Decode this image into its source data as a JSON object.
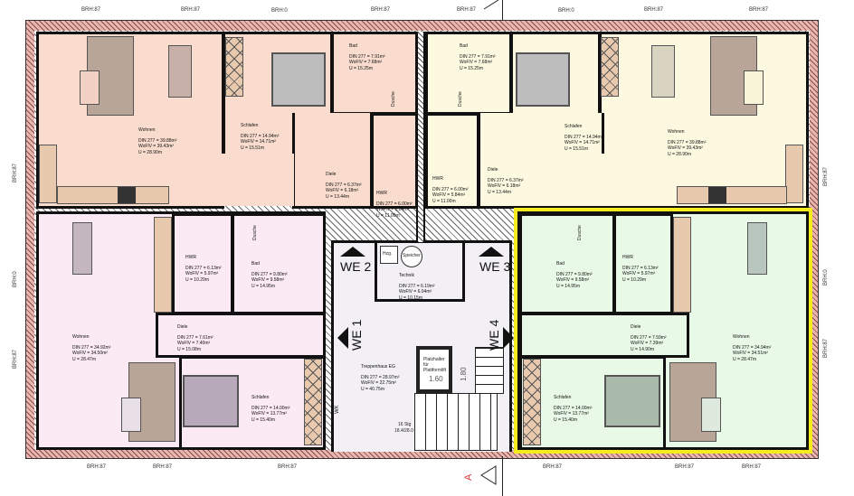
{
  "units": {
    "we1": "WE 1",
    "we2": "WE 2",
    "we3": "WE 3",
    "we4": "WE 4"
  },
  "rooms": [
    {
      "name": "Wohnen",
      "din": "DIN 277 = 39.88m²",
      "wofl": "WoFlV = 39.43m²",
      "u": "U = 28.90m"
    },
    {
      "name": "Schlafen",
      "din": "DIN 277 = 14.94m²",
      "wofl": "WoFlV = 14.71m²",
      "u": "U = 15.51m"
    },
    {
      "name": "Bad",
      "din": "DIN 277 = 7.91m²",
      "wofl": "WoFlV = 7.68m²",
      "u": "U = 15.25m"
    },
    {
      "name": "Diele",
      "din": "DIN 277 = 6.37m²",
      "wofl": "WoFlV = 6.18m²",
      "u": "U = 13.44m"
    },
    {
      "name": "HWR",
      "din": "DIN 277 = 6.00m²",
      "wofl": "WoFlV = 5.84m²",
      "u": "U = 11.00m"
    },
    {
      "name": "Bad",
      "din": "DIN 277 = 7.91m²",
      "wofl": "WoFlV = 7.68m²",
      "u": "U = 15.25m"
    },
    {
      "name": "Schlafen",
      "din": "DIN 277 = 14.94m²",
      "wofl": "WoFlV = 14.71m²",
      "u": "U = 15.51m"
    },
    {
      "name": "Wohnen",
      "din": "DIN 277 = 39.88m²",
      "wofl": "WoFlV = 39.43m²",
      "u": "U = 28.90m"
    },
    {
      "name": "Diele",
      "din": "DIN 277 = 6.37m²",
      "wofl": "WoFlV = 6.18m²",
      "u": "U = 13.44m"
    },
    {
      "name": "HWR",
      "din": "DIN 277 = 6.00m²",
      "wofl": "WoFlV = 5.84m²",
      "u": "U = 11.00m"
    },
    {
      "name": "Wohnen",
      "din": "DIN 277 = 34.92m²",
      "wofl": "WoFlV = 34.50m²",
      "u": "U = 28.47m"
    },
    {
      "name": "HWR",
      "din": "DIN 277 = 6.13m²",
      "wofl": "WoFlV = 5.97m²",
      "u": "U = 10.29m"
    },
    {
      "name": "Bad",
      "din": "DIN 277 = 9.80m²",
      "wofl": "WoFlV = 9.58m²",
      "u": "U = 14.95m"
    },
    {
      "name": "Diele",
      "din": "DIN 277 = 7.61m²",
      "wofl": "WoFlV = 7.40m²",
      "u": "U = 15.08m"
    },
    {
      "name": "Schlafen",
      "din": "DIN 277 = 14.00m²",
      "wofl": "WoFlV = 13.77m²",
      "u": "U = 15.40m"
    },
    {
      "name": "Bad",
      "din": "DIN 277 = 9.80m²",
      "wofl": "WoFlV = 9.58m²",
      "u": "U = 14.95m"
    },
    {
      "name": "HWR",
      "din": "DIN 277 = 6.13m²",
      "wofl": "WoFlV = 5.97m²",
      "u": "U = 10.29m"
    },
    {
      "name": "Diele",
      "din": "DIN 277 = 7.59m²",
      "wofl": "WoFlV = 7.39m²",
      "u": "U = 14.90m"
    },
    {
      "name": "Wohnen",
      "din": "DIN 277 = 34.94m²",
      "wofl": "WoFlV = 34.51m²",
      "u": "U = 28.47m"
    },
    {
      "name": "Schlafen",
      "din": "DIN 277 = 14.00m²",
      "wofl": "WoFlV = 13.77m²",
      "u": "U = 15.40m"
    },
    {
      "name": "Technik",
      "din": "DIN 277 = 6.19m²",
      "wofl": "WoFlV = 6.04m²",
      "u": "U = 10.15m"
    },
    {
      "name": "Treppenhaus EG",
      "din": "DIN 277 = 28.97m²",
      "wofl": "WoFlV = 22.75m²",
      "u": "U = 40.75m"
    }
  ],
  "brh_top": [
    "BRH:87",
    "BRH:87",
    "BRH:0",
    "BRH:87",
    "BRH:87",
    "BRH:0",
    "BRH:87",
    "BRH:87"
  ],
  "brh_bottom": [
    "BRH:87",
    "BRH:87",
    "BRH:87",
    "BRH:87",
    "BRH:87",
    "BRH:87"
  ],
  "brh_left": [
    "BRH:87",
    "BRH:0",
    "BRH:87"
  ],
  "brh_right": [
    "BRH:87",
    "BRH:0",
    "BRH:87"
  ],
  "misc": {
    "dusche": "Dusche",
    "heating": "Hzg.",
    "storage": "Speicher",
    "lift_placeholder": "Platzhalter für Plattformlift",
    "lift_width": "1.60",
    "lift_depth": "1.80",
    "stairs_count": "16 Stg",
    "stairs_ratio": "18.4/28.0",
    "wk": "WK",
    "section": "A"
  },
  "colors": {
    "unit_top_left": "#f9dccd",
    "unit_top_right": "#fdf9e0",
    "unit_bottom_left": "#fbe9f3",
    "unit_bottom_right": "#e9f9e7",
    "highlight": "#f5ec1f",
    "section_marker": "#e03030"
  }
}
